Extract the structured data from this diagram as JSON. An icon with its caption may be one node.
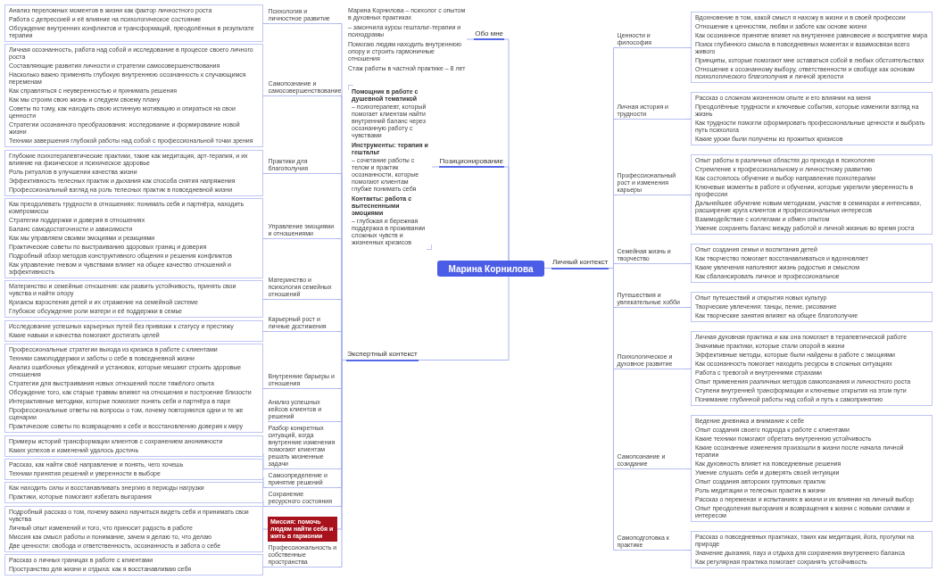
{
  "diagram": {
    "nodes": [
      {
        "text": [
          "Марина Корнилова"
        ]
      },
      {
        "text": [
          "Обо мне"
        ]
      },
      {
        "text": [
          "Марина Корнилова – психолог с опытом в духовных практиках",
          "– закончила курсы гештальт-терапии и психодрамы",
          "Помогаю людям находить внутреннюю опору и строить гармоничные отношения",
          "Стаж работы в частной практике – 8 лет"
        ]
      },
      {
        "text": [
          "Позиционирование"
        ]
      },
      {
        "text": [
          "Помощник в работе с душевной тематикой",
          "– психотерапевт, который помогает клиентам найти внутренний баланс через осознанную работу с чувствами",
          "Инструменты: терапия и гештальт",
          "– сочетание работы с телом и практик осознанности, которые помогают клиентам глубже понимать себя",
          "Контакты: работа с вытесненными эмоциями",
          "– глубокая и бережная поддержка в проживании сложных чувств и жизненных кризисов"
        ]
      },
      {
        "text": [
          "Личный контекст"
        ]
      },
      {
        "text": [
          "Ценности и философия"
        ]
      },
      {
        "text": [
          "Вдохновение в том, какой смысл я нахожу в жизни и в своей профессии",
          "Отношение к ценностям, любви и заботе как основе жизни",
          "Как осознанное принятие влияет на внутреннее равновесие и восприятие мира",
          "Поиск глубинного смысла в повседневных моментах и взаимосвязи всего живого",
          "Принципы, которые помогают мне оставаться собой в любых обстоятельствах",
          "Отношение к осознанному выбору, ответственности и свободе как основам психологического благополучия и личной зрелости"
        ]
      },
      {
        "text": [
          "Личная история и трудности"
        ]
      },
      {
        "text": [
          "Рассказ о сложном жизненном опыте и его влиянии на меня",
          "Преодолённые трудности и ключевые события, которые изменили взгляд на жизнь",
          "Как трудности помогли сформировать профессиональные ценности и выбрать путь психолога",
          "Какие уроки были получены из прожитых кризисов"
        ]
      },
      {
        "text": [
          "Профессиональный рост и изменения карьеры"
        ]
      },
      {
        "text": [
          "Опыт работы в различных областях до прихода в психологию",
          "Стремление к профессиональному и личностному развитию",
          "Как состоялось обучение и выбор направления психотерапии",
          "Ключевые моменты в работе и обучении, которые укрепили уверенность в профессии",
          "Дальнейшее обучение новым методикам, участие в семинарах и интенсивах, расширение круга клиентов и профессиональных интересов",
          "Взаимодействие с коллегами и обмен опытом",
          "Умение сохранять баланс между работой и личной жизнью во время роста"
        ]
      },
      {
        "text": [
          "Семейная жизнь и творчество"
        ]
      },
      {
        "text": [
          "Опыт создания семьи и воспитания детей",
          "Как творчество помогает восстанавливаться и вдохновляет",
          "Какие увлечения наполняют жизнь радостью и смыслом",
          "Как сбалансировать личное и профессиональное"
        ]
      },
      {
        "text": [
          "Путешествия и увлекательные хобби"
        ]
      },
      {
        "text": [
          "Опыт путешествий и открытия новых культур",
          "Творческие увлечения: танцы, пение, рисование",
          "Как творческие занятия влияют на общее благополучие"
        ]
      },
      {
        "text": [
          "Психологическое и духовное развитие"
        ]
      },
      {
        "text": [
          "Личная духовная практика и как она помогает в терапевтической работе",
          "Значимые практики, которые стали опорой в жизни",
          "Эффективные методы, которые были найдены в работе с эмоциями",
          "Как осознанность помогает находить ресурсы в сложных ситуациях",
          "Работа с тревогой и внутренними страхами",
          "Опыт применения различных методов самопознания и личностного роста",
          "Ступени внутренней трансформации и ключевые открытия на этом пути",
          "Понимание глубинной работы над собой и путь к самопринятию"
        ]
      },
      {
        "text": [
          "Самопознание и созидание"
        ]
      },
      {
        "text": [
          "Ведение дневника и внимание к себе",
          "Опыт создания своего подхода к работе с клиентами",
          "Какие техники помогают обретать внутреннюю устойчивость",
          "Какие осознанные изменения произошли в жизни после начала личной терапии",
          "Как духовность влияет на повседневные решения",
          "Умение слушать себя и доверять своей интуиции",
          "Опыт создания авторских групповых практик",
          "Роль медитации и телесных практик в жизни",
          "Рассказ о переменах и испытаниях в жизни и их влиянии на личный выбор",
          "Опыт преодоления выгорания и возвращения к жизни с новыми силами и интересом"
        ]
      },
      {
        "text": [
          "Самоподготовка к практике"
        ]
      },
      {
        "text": [
          "Рассказ о повседневных практиках, таких как медитация, йога, прогулки на природе",
          "Значение дыхания, пауз и отдыха для сохранения внутреннего баланса",
          "Как регулярная практика помогает сохранять устойчивость"
        ]
      },
      {
        "text": [
          "Экспертный контекст"
        ]
      },
      {
        "text": [
          "Психология и личностное развитие"
        ]
      },
      {
        "text": [
          "Анализ переломных моментов в жизни как фактор личностного роста",
          "Работа с депрессией и её влияние на психологическое состояние",
          "Обсуждение внутренних конфликтов и трансформаций, преодолённых в результате терапии"
        ]
      },
      {
        "text": [
          "Самопознание и самосовершенствование"
        ]
      },
      {
        "text": [
          "Личная осознанность, работа над собой и исследование в процессе своего личного роста",
          "Составляющие развития личности и стратегии самосовершенствования",
          "Насколько важно применять глубокую внутреннюю осознанность к случающимся переменам",
          "Как справляться с неуверенностью и принимать решения",
          "Как мы строим свою жизнь и следуем своему плану",
          "Советы по тому, как находить свою истинную мотивацию и опираться на свои ценности",
          "Стратегии осознанного преобразования: исследование и формирование новой жизни",
          "Техники завершения глубокой работы над собой с профессиональной точки зрения"
        ]
      },
      {
        "text": [
          "Практики для благополучия"
        ]
      },
      {
        "text": [
          "Глубокие психотерапевтические практики, такие как медитация, арт-терапия, и их влияние на физическое и психическое здоровье",
          "Роль ритуалов в улучшении качества жизни",
          "Эффективность телесных практик и дыхания как способа снятия напряжения",
          "Профессиональный взгляд на роль телесных практик в повседневной жизни"
        ]
      },
      {
        "text": [
          "Управление эмоциями и отношениями"
        ]
      },
      {
        "text": [
          "Как преодолевать трудности в отношениях: понимать себя и партнёра, находить компромиссы",
          "Стратегии поддержки и доверия в отношениях",
          "Баланс самодостаточности и зависимости",
          "Как мы управляем своими эмоциями и реакциями",
          "Практические советы по выстраиванию здоровых границ и доверия",
          "Подробный обзор методов конструктивного общения и решения конфликтов",
          "Как управление гневом и чувствами влияет на общее качество отношений и эффективность"
        ]
      },
      {
        "text": [
          "Материнство и психология семейных отношений"
        ]
      },
      {
        "text": [
          "Материнство и семейные отношения: как развить устойчивость, принять свои чувства и найти опору",
          "Кризисы взросления детей и их отражение на семейной системе",
          "Глубокое обсуждение роли матери и её поддержки в семье"
        ]
      },
      {
        "text": [
          "Карьерный рост и личные достижения"
        ]
      },
      {
        "text": [
          "Исследование успешных карьерных путей без привязки к статусу и престижу",
          "Какие навыки и качества помогают достигать целей"
        ]
      },
      {
        "text": [
          "Внутренние барьеры и отношения"
        ]
      },
      {
        "text": [
          "Профессиональные стратегии выхода из кризиса в работе с клиентами",
          "Техники самоподдержки и заботы о себе в повседневной жизни",
          "Анализ ошибочных убеждений и установок, которые мешают строить здоровые отношения",
          "Стратегии для выстраивания новых отношений после тяжёлого опыта",
          "Обсуждение того, как старые травмы влияют на отношения и построение близости",
          "Интерактивные методики, которые помогают понять себя и партнёра в паре",
          "Профессиональные ответы на вопросы о том, почему повторяются одни и те же сценарии",
          "Практические советы по возвращению к себе и восстановлению доверия к миру"
        ]
      },
      {
        "text": [
          "Анализ успешных кейсов клиентов и решений"
        ]
      },
      {
        "text": [
          "Разбор конкретных ситуаций, когда внутренние изменения помогают клиентам решать жизненные задачи"
        ]
      },
      {
        "text": [
          "Примеры историй трансформации клиентов с сохранением анонимности",
          "Каких успехов и изменений удалось достичь"
        ]
      },
      {
        "text": [
          "Самоопределение и принятие решений"
        ]
      },
      {
        "text": [
          "Рассказ, как найти своё направление и понять, чего хочешь",
          "Техники принятия решений и уверенности в выборе"
        ]
      },
      {
        "text": [
          "Сохранение ресурсного состояния"
        ]
      },
      {
        "text": [
          "Как находить силы и восстанавливать энергию в периоды нагрузки",
          "Практики, которые помогают избегать выгорания"
        ]
      },
      {
        "text": [
          "Миссия: помочь людям найти себя и жить в гармонии"
        ]
      },
      {
        "text": [
          "Подробный рассказ о том, почему важно научиться видеть себя и принимать свои чувства",
          "Личный опыт изменений и того, что приносит радость в работе",
          "Миссия как смысл работы и понимание, зачем я делаю то, что делаю",
          "Две ценности: свобода и ответственность, осознанность и забота о себе"
        ]
      },
      {
        "text": [
          "Профессиональность и собственные пространства"
        ]
      },
      {
        "text": [
          "Рассказ о личных границах в работе с клиентами",
          "Пространство для жизни и отдыха: как я восстанавливаю себя"
        ]
      }
    ],
    "edges": [
      {
        "from": 0,
        "to": 1,
        "arrow": "none"
      },
      {
        "from": 1,
        "to": 2,
        "arrow": "none"
      },
      {
        "from": 0,
        "to": 3,
        "arrow": "none"
      },
      {
        "from": 3,
        "to": 4,
        "arrow": "none"
      },
      {
        "from": 0,
        "to": 5,
        "arrow": "none"
      },
      {
        "from": 5,
        "to": 6,
        "arrow": "none"
      },
      {
        "from": 6,
        "to": 7,
        "arrow": "none"
      },
      {
        "from": 5,
        "to": 8,
        "arrow": "none"
      },
      {
        "from": 8,
        "to": 9,
        "arrow": "none"
      },
      {
        "from": 5,
        "to": 10,
        "arrow": "none"
      },
      {
        "from": 10,
        "to": 11,
        "arrow": "none"
      },
      {
        "from": 5,
        "to": 12,
        "arrow": "none"
      },
      {
        "from": 12,
        "to": 13,
        "arrow": "none"
      },
      {
        "from": 5,
        "to": 14,
        "arrow": "none"
      },
      {
        "from": 14,
        "to": 15,
        "arrow": "none"
      },
      {
        "from": 5,
        "to": 16,
        "arrow": "none"
      },
      {
        "from": 16,
        "to": 17,
        "arrow": "none"
      },
      {
        "from": 5,
        "to": 18,
        "arrow": "none"
      },
      {
        "from": 18,
        "to": 19,
        "arrow": "none"
      },
      {
        "from": 5,
        "to": 20,
        "arrow": "none"
      },
      {
        "from": 20,
        "to": 21,
        "arrow": "none"
      },
      {
        "from": 0,
        "to": 22,
        "arrow": "none"
      },
      {
        "from": 22,
        "to": 23,
        "arrow": "none"
      },
      {
        "from": 23,
        "to": 24,
        "arrow": "none"
      },
      {
        "from": 22,
        "to": 25,
        "arrow": "none"
      },
      {
        "from": 25,
        "to": 26,
        "arrow": "none"
      },
      {
        "from": 22,
        "to": 27,
        "arrow": "none"
      },
      {
        "from": 27,
        "to": 28,
        "arrow": "none"
      },
      {
        "from": 22,
        "to": 29,
        "arrow": "none"
      },
      {
        "from": 29,
        "to": 30,
        "arrow": "none"
      },
      {
        "from": 22,
        "to": 31,
        "arrow": "none"
      },
      {
        "from": 31,
        "to": 32,
        "arrow": "none"
      },
      {
        "from": 22,
        "to": 33,
        "arrow": "none"
      },
      {
        "from": 33,
        "to": 34,
        "arrow": "none"
      },
      {
        "from": 22,
        "to": 35,
        "arrow": "none"
      },
      {
        "from": 35,
        "to": 36,
        "arrow": "none"
      },
      {
        "from": 22,
        "to": 37,
        "arrow": "none"
      },
      {
        "from": 22,
        "to": 38,
        "arrow": "none"
      },
      {
        "from": 38,
        "to": 39,
        "arrow": "none"
      },
      {
        "from": 22,
        "to": 40,
        "arrow": "none"
      },
      {
        "from": 40,
        "to": 41,
        "arrow": "none"
      },
      {
        "from": 22,
        "to": 42,
        "arrow": "none"
      },
      {
        "from": 42,
        "to": 43,
        "arrow": "none"
      },
      {
        "from": 22,
        "to": 44,
        "arrow": "none"
      },
      {
        "from": 44,
        "to": 45,
        "arrow": "none"
      },
      {
        "from": 22,
        "to": 46,
        "arrow": "none"
      },
      {
        "from": 46,
        "to": 47,
        "arrow": "none"
      }
    ]
  }
}
